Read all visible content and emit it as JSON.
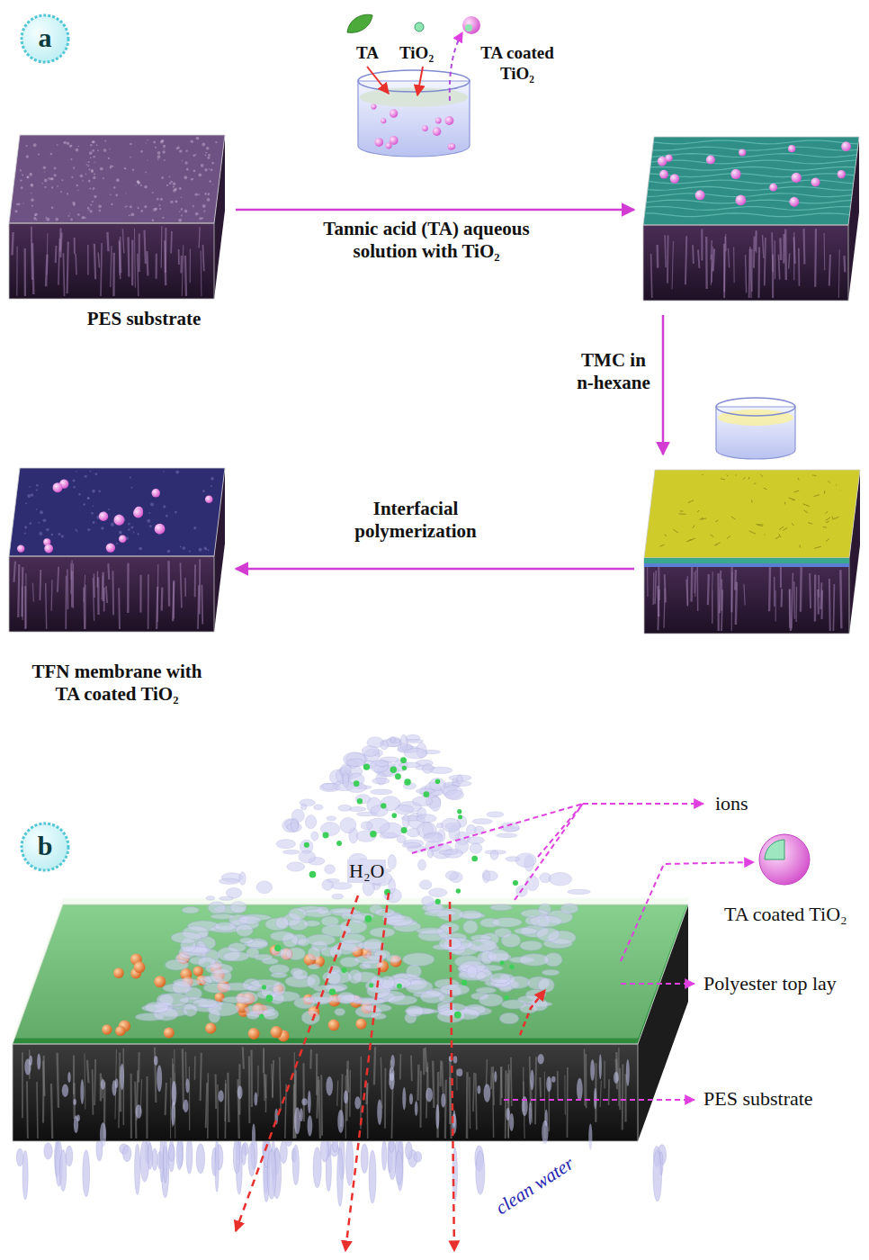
{
  "diagram": {
    "nodes": [
      {
        "text": [
          "PES substrate"
        ]
      },
      {
        "text": [
          "TFN membrane with TA coated TiO₂"
        ]
      }
    ],
    "labels": [
      "a",
      "TA",
      "TiO₂",
      "TA coated TiO₂",
      "Tannic acid (TA) aqueous solution with TiO₂",
      "TMC in n-hexane",
      "Interfacial polymerization",
      "b",
      "H₂O",
      "ions",
      "TA coated TiO₂",
      "Polyester top lay",
      "PES substrate",
      "clean water"
    ]
  }
}
